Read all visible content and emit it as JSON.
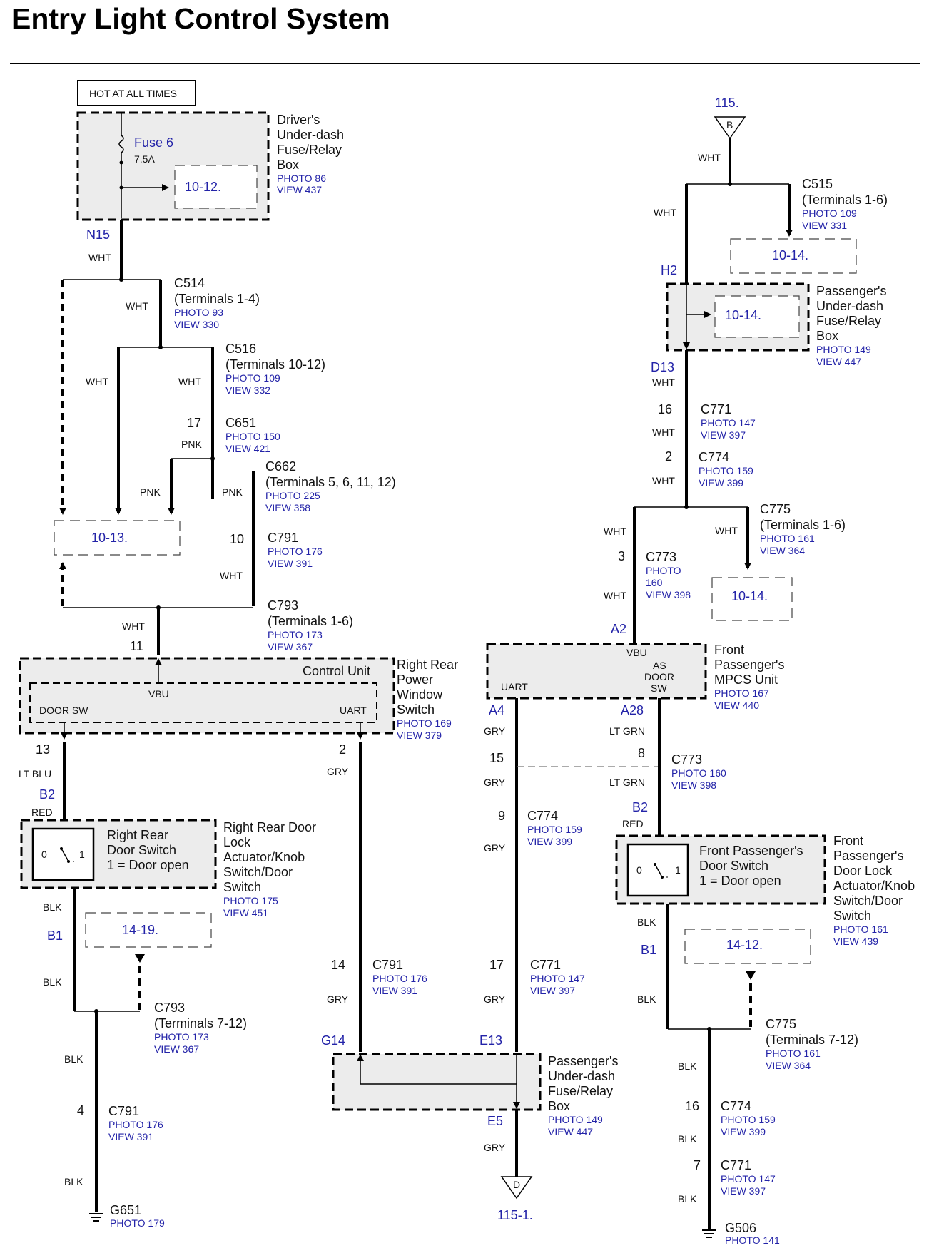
{
  "title": "Entry Light Control System",
  "hot_label": "HOT AT ALL TIMES",
  "drivers_box": {
    "name": [
      "Driver's",
      "Under-dash",
      "Fuse/Relay",
      "Box"
    ],
    "photo": "PHOTO 86",
    "view": "VIEW 437",
    "fuse_name": "Fuse 6",
    "fuse_rating": "7.5A",
    "ref": "10-12."
  },
  "pins": {
    "n15": "N15",
    "h2": "H2",
    "d13": "D13",
    "a2": "A2",
    "a4": "A4",
    "a28": "A28",
    "g14": "G14",
    "e13": "E13",
    "e5": "E5",
    "b2_left": "B2",
    "b1_left": "B1",
    "b2_right": "B2",
    "b1_right": "B1"
  },
  "wire_colors": {
    "wht": "WHT",
    "pnk": "PNK",
    "ltblu": "LT BLU",
    "red": "RED",
    "blk": "BLK",
    "gry": "GRY",
    "ltgrn": "LT GRN"
  },
  "connectors": {
    "c514": {
      "name": "C514",
      "terminals": "(Terminals 1-4)",
      "photo": "PHOTO 93",
      "view": "VIEW 330"
    },
    "c516": {
      "name": "C516",
      "terminals": "(Terminals 10-12)",
      "photo": "PHOTO 109",
      "view": "VIEW 332"
    },
    "c651": {
      "name": "C651",
      "pin": "17",
      "photo": "PHOTO 150",
      "view": "VIEW 421"
    },
    "c662": {
      "name": "C662",
      "terminals": "(Terminals 5, 6, 11, 12)",
      "photo": "PHOTO 225",
      "view": "VIEW 358"
    },
    "c791a": {
      "name": "C791",
      "pin": "10",
      "photo": "PHOTO 176",
      "view": "VIEW 391"
    },
    "c793a": {
      "name": "C793",
      "terminals": "(Terminals 1-6)",
      "photo": "PHOTO 173",
      "view": "VIEW 367"
    },
    "c793b": {
      "name": "C793",
      "terminals": "(Terminals 7-12)",
      "photo": "PHOTO 173",
      "view": "VIEW 367"
    },
    "c791b": {
      "name": "C791",
      "pin": "4",
      "photo": "PHOTO 176",
      "view": "VIEW 391"
    },
    "c791c": {
      "name": "C791",
      "pin": "14",
      "photo": "PHOTO 176",
      "view": "VIEW 391"
    },
    "c771b": {
      "name": "C771",
      "pin": "17",
      "photo": "PHOTO 147",
      "view": "VIEW 397"
    },
    "c515": {
      "name": "C515",
      "terminals": "(Terminals 1-6)",
      "photo": "PHOTO 109",
      "view": "VIEW 331"
    },
    "c771a": {
      "name": "C771",
      "pin": "16",
      "photo": "PHOTO 147",
      "view": "VIEW 397"
    },
    "c774a": {
      "name": "C774",
      "pin": "2",
      "photo": "PHOTO 159",
      "view": "VIEW 399"
    },
    "c775a": {
      "name": "C775",
      "terminals": "(Terminals 1-6)",
      "photo": "PHOTO 161",
      "view": "VIEW 364"
    },
    "c773a": {
      "name": "C773",
      "pin": "3",
      "photo": "PHOTO",
      "photo2": "160",
      "view": "VIEW 398"
    },
    "c773b": {
      "name": "C773",
      "pin_a": "15",
      "pin_b": "8",
      "photo": "PHOTO 160",
      "view": "VIEW 398"
    },
    "c774b": {
      "name": "C774",
      "pin": "9",
      "photo": "PHOTO 159",
      "view": "VIEW 399"
    },
    "c775b": {
      "name": "C775",
      "terminals": "(Terminals 7-12)",
      "photo": "PHOTO 161",
      "view": "VIEW 364"
    },
    "c774c": {
      "name": "C774",
      "pin": "16",
      "photo": "PHOTO 159",
      "view": "VIEW 399"
    },
    "c771c": {
      "name": "C771",
      "pin": "7",
      "photo": "PHOTO 147",
      "view": "VIEW 397"
    }
  },
  "refs": {
    "r1013": "10-13.",
    "r1419": "14-19.",
    "r1014a": "10-14.",
    "r1014b": "10-14.",
    "r1014c": "10-14.",
    "r1412": "14-12.",
    "r115": "115.",
    "r1151": "115-1."
  },
  "right_rear_switch": {
    "name": [
      "Right Rear",
      "Power",
      "Window",
      "Switch"
    ],
    "photo": "PHOTO 169",
    "view": "VIEW 379",
    "control_unit": "Control Unit",
    "vbu": "VBU",
    "door_sw": "DOOR SW",
    "uart": "UART",
    "pin_11": "11",
    "pin_13": "13",
    "pin_2": "2"
  },
  "rr_door_switch": {
    "inner": [
      "Right Rear",
      "Door Switch",
      "1 = Door open"
    ],
    "name": [
      "Right Rear Door",
      "Lock",
      "Actuator/Knob",
      "Switch/Door",
      "Switch"
    ],
    "photo": "PHOTO 175",
    "view": "VIEW 451",
    "pos0": "0",
    "pos1": "1"
  },
  "mpcs": {
    "name": [
      "Front",
      "Passenger's",
      "MPCS Unit"
    ],
    "photo": "PHOTO 167",
    "view": "VIEW 440",
    "vbu": "VBU",
    "as_door_sw": [
      "AS",
      "DOOR",
      "SW"
    ],
    "uart": "UART"
  },
  "pass_box_top": {
    "name": [
      "Passenger's",
      "Under-dash",
      "Fuse/Relay",
      "Box"
    ],
    "photo": "PHOTO 149",
    "view": "VIEW 447"
  },
  "pass_box_bottom": {
    "name": [
      "Passenger's",
      "Under-dash",
      "Fuse/Relay",
      "Box"
    ],
    "photo": "PHOTO 149",
    "view": "VIEW 447"
  },
  "fp_door_switch": {
    "inner": [
      "Front Passenger's",
      "Door Switch",
      "1 = Door open"
    ],
    "name": [
      "Front",
      "Passenger's",
      "Door Lock",
      "Actuator/Knob",
      "Switch/Door",
      "Switch"
    ],
    "photo": "PHOTO 161",
    "view": "VIEW 439",
    "pos0": "0",
    "pos1": "1"
  },
  "grounds": {
    "g651": {
      "name": "G651",
      "photo": "PHOTO 179"
    },
    "g506": {
      "name": "G506",
      "photo": "PHOTO 141"
    }
  },
  "terminal_b": "B",
  "terminal_d": "D"
}
